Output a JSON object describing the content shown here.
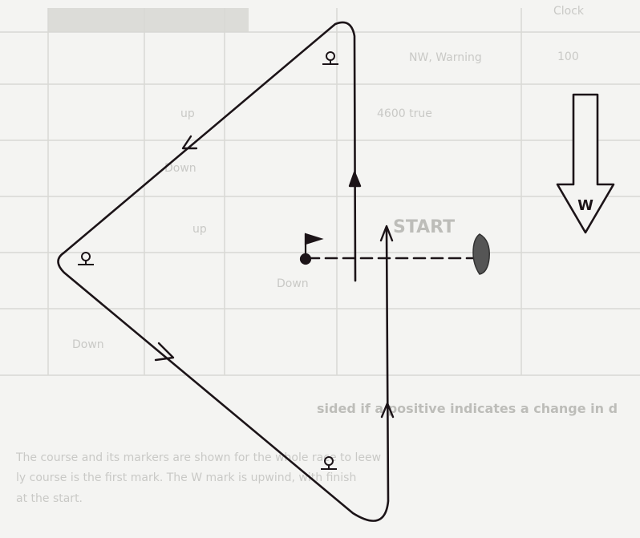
{
  "background_table": {
    "cells": [
      "Clock",
      "100",
      "NW, Warning",
      "4600 true",
      "up",
      "Down",
      "START",
      "up",
      "Down",
      "Down"
    ]
  },
  "background_text": {
    "heading": "sided if a positive indicates a change in d",
    "body_lines": [
      "The course and its markers are shown for the whole race to leew",
      "ly course is the first mark. The W mark is upwind, with finish",
      "at the start."
    ]
  },
  "wind_label": "W",
  "colors": {
    "line": "#1c1418",
    "committee_boat": "#555555",
    "paper": "#f4f4f2"
  },
  "icons": [
    "wind-arrow-icon",
    "finish-flag-icon",
    "committee-boat-icon",
    "mark-icon"
  ]
}
